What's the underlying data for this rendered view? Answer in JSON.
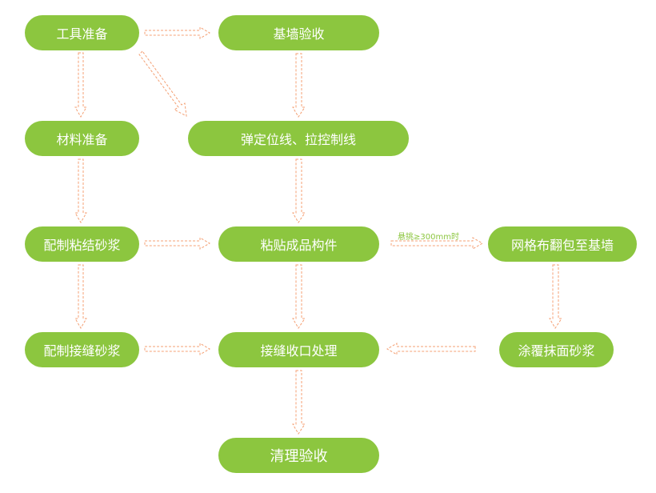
{
  "colors": {
    "node_fill": "#8cc63f",
    "node_text": "#ffffff",
    "arrow": "#f4a074",
    "edge_label": "#8cc63f"
  },
  "nodes": {
    "tools": "工具准备",
    "base_wall": "基墙验收",
    "materials": "材料准备",
    "lines": "弹定位线、拉控制线",
    "bond_mortar": "配制粘结砂浆",
    "paste": "粘贴成品构件",
    "mesh": "网格布翻包至基墙",
    "joint_mortar": "配制接缝砂浆",
    "joint": "接缝收口处理",
    "plaster": "涂覆抹面砂浆",
    "clean": "清理验收"
  },
  "edge_labels": {
    "overhang": "悬挑≥300mm时"
  }
}
